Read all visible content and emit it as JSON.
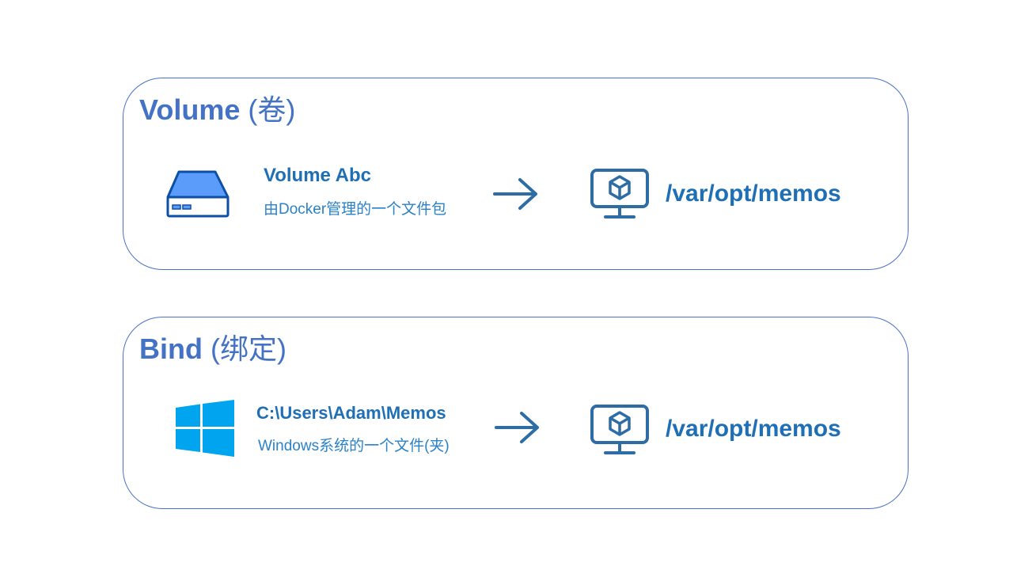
{
  "volume": {
    "title": "Volume",
    "title_suffix": "(卷)",
    "source_icon": "hard-drive-icon",
    "source_name": "Volume Abc",
    "source_desc": "由Docker管理的一个文件包",
    "arrow_icon": "arrow-right-icon",
    "target_icon": "container-monitor-icon",
    "target_path": "/var/opt/memos"
  },
  "bind": {
    "title": "Bind",
    "title_suffix": "(绑定)",
    "source_icon": "windows-logo-icon",
    "source_name": "C:\\Users\\Adam\\Memos",
    "source_desc": "Windows系统的一个文件(夹)",
    "arrow_icon": "arrow-right-icon",
    "target_icon": "container-monitor-icon",
    "target_path": "/var/opt/memos"
  },
  "colors": {
    "border": "#4a72c4",
    "title": "#4472c4",
    "accent": "#1e6fb5",
    "drive_fill": "#5b9bfa",
    "windows_blue": "#00a4ef",
    "icon_stroke": "#2e6ca4"
  }
}
